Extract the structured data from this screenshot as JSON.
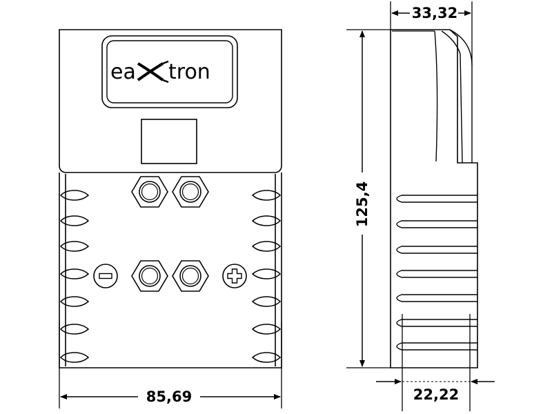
{
  "logo": {
    "text_left": "ea",
    "text_right": "tron"
  },
  "dimensions": {
    "width": "85,69",
    "height": "125,4",
    "depth": "33,32",
    "base": "22,22"
  },
  "terminals": {
    "negative_symbol": "−",
    "positive_symbol": "+"
  },
  "colors": {
    "line": "#000000",
    "background": "#ffffff"
  }
}
